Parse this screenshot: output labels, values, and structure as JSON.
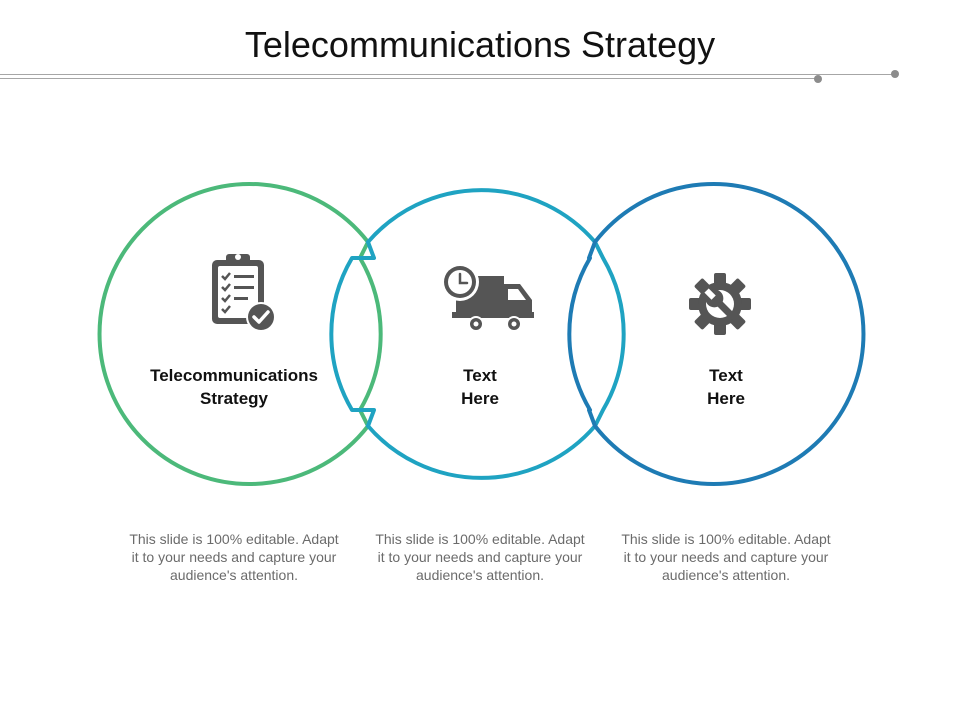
{
  "slide": {
    "title": "Telecommunications Strategy"
  },
  "colors": {
    "circle_1": "#4cb97a",
    "circle_2": "#1fa3c2",
    "circle_3": "#1e7bb4",
    "icon": "#555555",
    "accent_line": "#a6a6a6"
  },
  "items": [
    {
      "icon": "clipboard-check-icon",
      "label_line1": "Telecommunications",
      "label_line2": "Strategy",
      "desc_line1": "This slide is 100% editable.  Adapt",
      "desc_line2": "it to your needs and capture your",
      "desc_line3": "audience's attention."
    },
    {
      "icon": "delivery-truck-clock-icon",
      "label_line1": "Text",
      "label_line2": "Here",
      "desc_line1": "This slide is 100% editable.  Adapt",
      "desc_line2": "it to your needs and capture your",
      "desc_line3": "audience's attention."
    },
    {
      "icon": "gear-wrench-icon",
      "label_line1": "Text",
      "label_line2": "Here",
      "desc_line1": "This slide is 100% editable.  Adapt",
      "desc_line2": "it to your needs and capture your",
      "desc_line3": "audience's attention."
    }
  ]
}
